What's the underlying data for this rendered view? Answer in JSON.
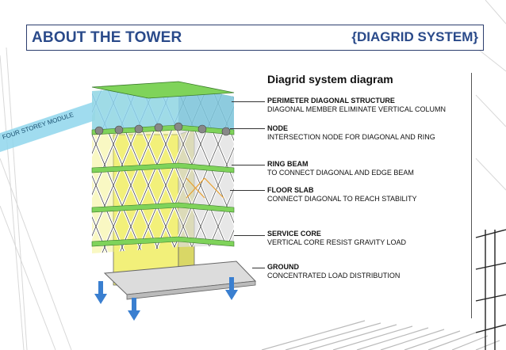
{
  "header": {
    "title": "ABOUT THE TOWER",
    "subtitle": "{DIAGRID SYSTEM}"
  },
  "diagram": {
    "title": "Diagrid system diagram",
    "module_label": "FOUR STOREY MODULE",
    "callouts": [
      {
        "label": "PERIMETER DIAGONAL STRUCTURE",
        "description": "DIAGONAL MEMBER ELIMINATE VERTICAL COLUMN"
      },
      {
        "label": "NODE",
        "description": "INTERSECTION NODE FOR DIAGONAL AND RING"
      },
      {
        "label": "RING BEAM",
        "description": "TO CONNECT DIAGONAL AND EDGE BEAM"
      },
      {
        "label": "FLOOR SLAB",
        "description": "CONNECT DIAGONAL TO REACH STABILITY"
      },
      {
        "label": "SERVICE CORE",
        "description": "VERTICAL CORE RESIST GRAVITY LOAD"
      },
      {
        "label": "GROUND",
        "description": "CONCENTRATED LOAD DISTRIBUTION"
      }
    ],
    "colors": {
      "accent": "#2a4a8a",
      "module_cyan": "#8fd6ec",
      "ring_green": "#7fd35a",
      "core_yellow": "#f2f07a",
      "diagonal": "#e8e8e8",
      "load_arrow": "#3a7fd0"
    }
  }
}
